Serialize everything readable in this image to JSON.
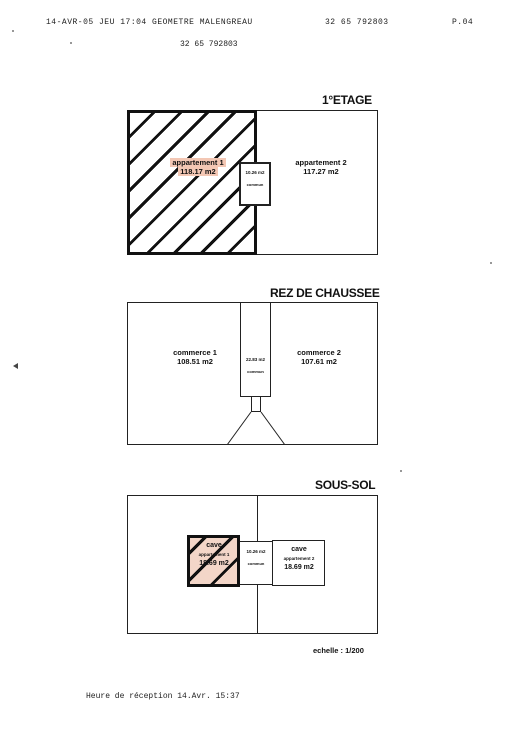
{
  "fax_header": {
    "left": "14-AVR-05 JEU 17:04 GEOMETRE MALENGREAU",
    "number": "32 65 792803",
    "page": "P.04",
    "subnumber": "32 65 792803"
  },
  "floors": {
    "etage": {
      "title": "1°ETAGE",
      "apt1_name": "appartement 1",
      "apt1_area": "118.17 m2",
      "common_area": "10.26 m2",
      "common_label": "commun",
      "apt2_name": "appartement 2",
      "apt2_area": "117.27 m2"
    },
    "rez": {
      "title": "REZ DE CHAUSSEE",
      "shop1_name": "commerce 1",
      "shop1_area": "108.51 m2",
      "common_area": "22.83 m2",
      "common_label": "commun",
      "shop2_name": "commerce 2",
      "shop2_area": "107.61 m2"
    },
    "sous_sol": {
      "title": "SOUS-SOL",
      "cave1_name": "cave",
      "cave1_sub": "appartement 1",
      "cave1_area": "18.69 m2",
      "common_area": "10.26 m2",
      "common_label": "commun",
      "cave2_name": "cave",
      "cave2_sub": "appartement 2",
      "cave2_area": "18.69 m2"
    }
  },
  "scale": "echelle : 1/200",
  "reception": "Heure de réception 14.Avr.  15:37"
}
